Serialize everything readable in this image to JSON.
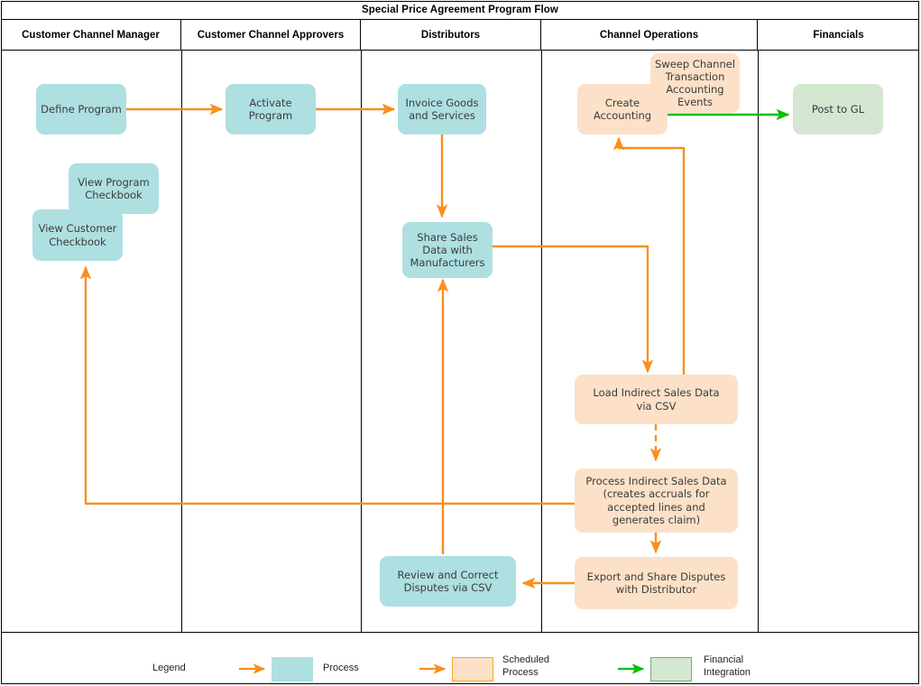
{
  "diagram": {
    "title": "Special Price Agreement Program Flow",
    "type": "swimlane-flowchart",
    "colors": {
      "process": "#aedfe1",
      "scheduled_process": "#fce1c8",
      "scheduled_process_border": "#f5a623",
      "financial_integration": "#d4e7d1",
      "financial_integration_border": "#7aa86f",
      "flow_arrow": "#f7901e",
      "financial_arrow": "#00c000",
      "lane_border": "#000000",
      "node_text": "#3b3b3b"
    }
  },
  "lanes": [
    {
      "id": "customer-channel-manager",
      "label": "Customer Channel Manager"
    },
    {
      "id": "customer-channel-approvers",
      "label": "Customer Channel Approvers"
    },
    {
      "id": "distributors",
      "label": "Distributors"
    },
    {
      "id": "channel-operations",
      "label": "Channel Operations"
    },
    {
      "id": "financials",
      "label": "Financials"
    }
  ],
  "nodes": [
    {
      "id": "define-program",
      "label": "Define Program",
      "lane": "customer-channel-manager",
      "kind": "process"
    },
    {
      "id": "view-program-checkbook",
      "label": "View Program\nCheckbook",
      "lane": "customer-channel-manager",
      "kind": "process"
    },
    {
      "id": "view-customer-checkbook",
      "label": "View Customer\nCheckbook",
      "lane": "customer-channel-manager",
      "kind": "process"
    },
    {
      "id": "activate-program",
      "label": "Activate\nProgram",
      "lane": "customer-channel-approvers",
      "kind": "process"
    },
    {
      "id": "invoice-goods-services",
      "label": "Invoice Goods\nand Services",
      "lane": "distributors",
      "kind": "process"
    },
    {
      "id": "share-sales-data",
      "label": "Share Sales\nData with\nManufacturers",
      "lane": "distributors",
      "kind": "process"
    },
    {
      "id": "review-correct-disputes",
      "label": "Review and Correct\nDisputes via CSV",
      "lane": "distributors",
      "kind": "process"
    },
    {
      "id": "create-accounting",
      "label": "Create\nAccounting",
      "lane": "channel-operations",
      "kind": "scheduled"
    },
    {
      "id": "sweep-channel-events",
      "label": "Sweep Channel\nTransaction\nAccounting\nEvents",
      "lane": "channel-operations",
      "kind": "scheduled"
    },
    {
      "id": "load-indirect-sales",
      "label": "Load Indirect Sales Data\nvia CSV",
      "lane": "channel-operations",
      "kind": "scheduled"
    },
    {
      "id": "process-indirect-sales",
      "label": "Process Indirect Sales Data\n(creates accruals for\naccepted lines and\ngenerates claim)",
      "lane": "channel-operations",
      "kind": "scheduled"
    },
    {
      "id": "export-share-disputes",
      "label": "Export and Share Disputes\nwith Distributor",
      "lane": "channel-operations",
      "kind": "scheduled"
    },
    {
      "id": "post-to-gl",
      "label": "Post to GL",
      "lane": "financials",
      "kind": "financial"
    }
  ],
  "edges": [
    {
      "from": "define-program",
      "to": "activate-program",
      "style": "solid",
      "color": "flow"
    },
    {
      "from": "activate-program",
      "to": "invoice-goods-services",
      "style": "solid",
      "color": "flow"
    },
    {
      "from": "invoice-goods-services",
      "to": "share-sales-data",
      "style": "solid",
      "color": "flow"
    },
    {
      "from": "share-sales-data",
      "to": "load-indirect-sales",
      "style": "solid",
      "color": "flow"
    },
    {
      "from": "load-indirect-sales",
      "to": "process-indirect-sales",
      "style": "dashed",
      "color": "flow"
    },
    {
      "from": "load-indirect-sales",
      "to": "create-accounting",
      "style": "solid",
      "color": "flow"
    },
    {
      "from": "process-indirect-sales",
      "to": "export-share-disputes",
      "style": "solid",
      "color": "flow"
    },
    {
      "from": "process-indirect-sales",
      "to": "view-customer-checkbook",
      "style": "solid",
      "color": "flow"
    },
    {
      "from": "export-share-disputes",
      "to": "review-correct-disputes",
      "style": "solid",
      "color": "flow"
    },
    {
      "from": "review-correct-disputes",
      "to": "share-sales-data",
      "style": "solid",
      "color": "flow"
    },
    {
      "from": "create-accounting",
      "to": "post-to-gl",
      "style": "solid",
      "color": "financial"
    }
  ],
  "legend": {
    "label": "Legend",
    "items": [
      {
        "id": "process",
        "label": "Process",
        "swatch": "#aedfe1",
        "arrow": "#f7901e"
      },
      {
        "id": "scheduled-process",
        "label": "Scheduled\nProcess",
        "swatch": "#fce1c8",
        "arrow": "#f7901e"
      },
      {
        "id": "financial-integration",
        "label": "Financial\nIntegration",
        "swatch": "#d4e7d1",
        "arrow": "#00c000"
      }
    ]
  }
}
